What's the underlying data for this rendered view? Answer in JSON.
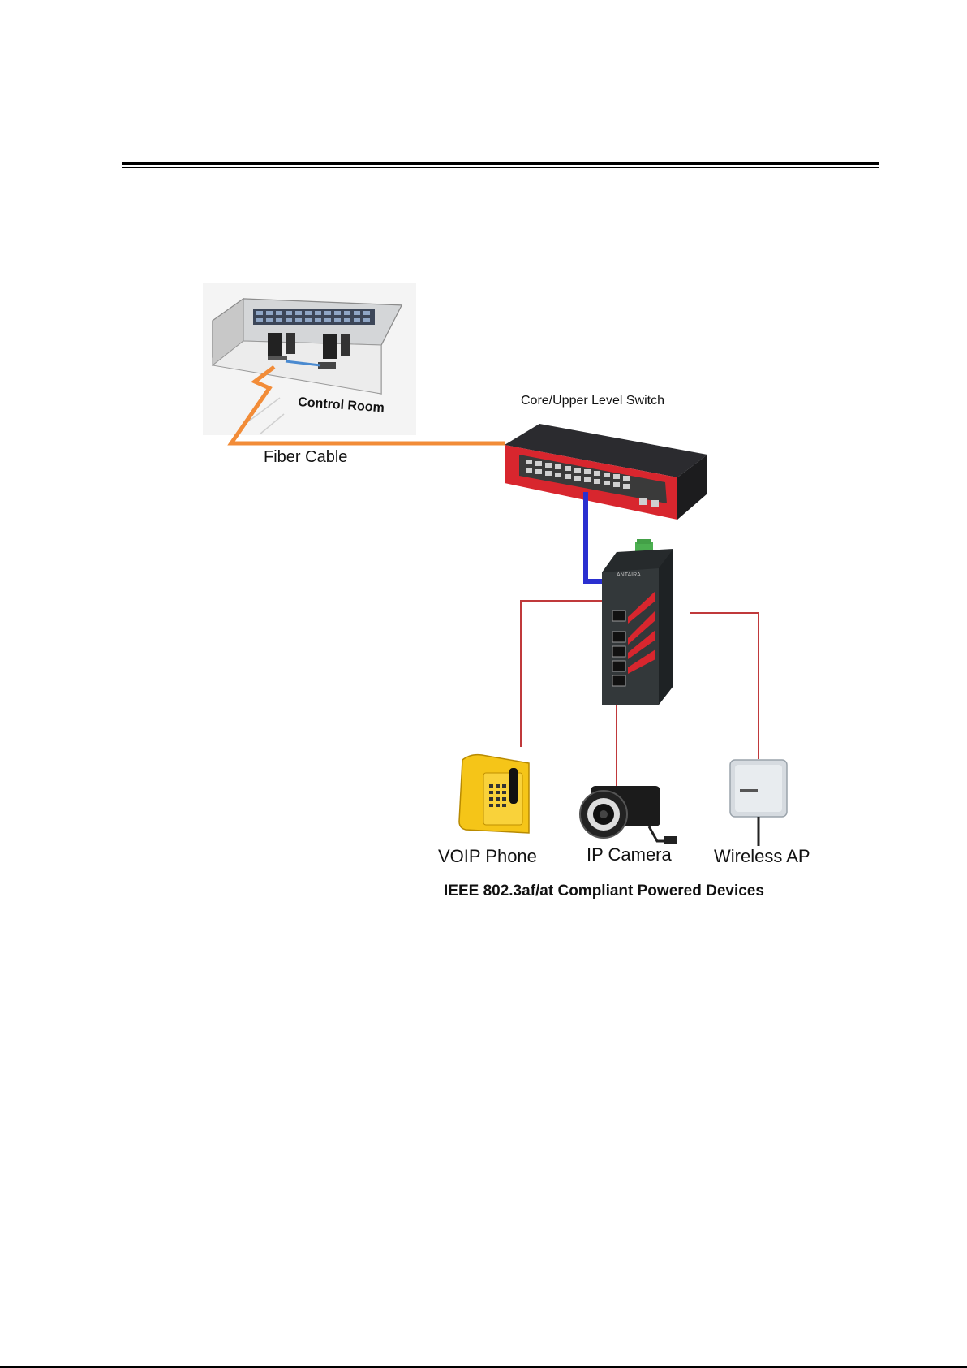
{
  "labels": {
    "control_room": "Control Room",
    "fiber_cable": "Fiber Cable",
    "core_switch": "Core/Upper Level Switch",
    "voip_phone": "VOIP Phone",
    "ip_camera": "IP Camera",
    "wireless_ap": "Wireless AP",
    "caption": "IEEE 802.3af/at Compliant Powered Devices"
  },
  "colors": {
    "fiber": "#f28c38",
    "uplink": "#2a2fd0",
    "poe": "#c0393b",
    "switch_accent": "#d8262e"
  },
  "icons": [
    "control-room-illustration",
    "core-switch-icon",
    "poe-switch-icon",
    "voip-phone-icon",
    "ip-camera-icon",
    "wireless-ap-icon"
  ]
}
